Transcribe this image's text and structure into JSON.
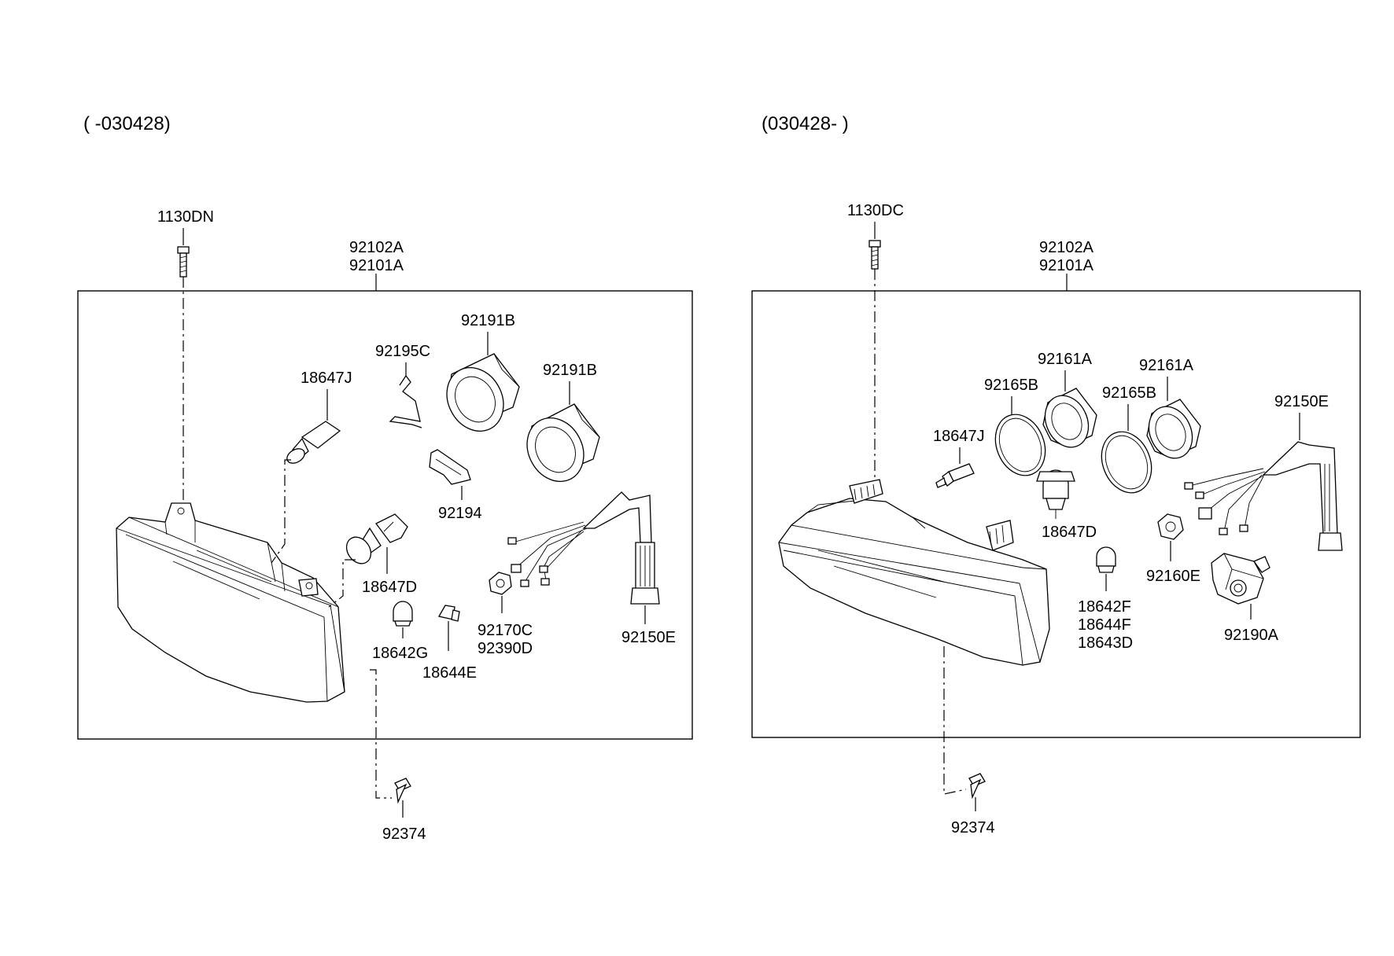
{
  "left": {
    "title": "( -030428)",
    "labels": {
      "bolt_top": "1130DN",
      "housing_a": "92102A",
      "housing_b": "92101A",
      "socket_a": "92191B",
      "socket_b": "92191B",
      "spring": "92195C",
      "bulb_small_top": "18647J",
      "clip": "92194",
      "bulb_main": "18647D",
      "bulb_round": "18642G",
      "bulb_wedge": "18644E",
      "holder_a": "92170C",
      "holder_b": "92390D",
      "harness": "92150E",
      "screw_bottom": "92374"
    }
  },
  "right": {
    "title": "(030428- )",
    "labels": {
      "bolt_top": "1130DC",
      "housing_a": "92102A",
      "housing_b": "92101A",
      "socket_a": "92161A",
      "socket_b": "92161A",
      "ring_a": "92165B",
      "ring_b": "92165B",
      "bulb_small": "18647J",
      "bulb_main": "18647D",
      "harness": "92150E",
      "holder": "92160E",
      "bulb_round_a": "18642F",
      "bulb_round_b": "18644F",
      "bulb_round_c": "18643D",
      "actuator": "92190A",
      "screw_bottom": "92374"
    }
  }
}
